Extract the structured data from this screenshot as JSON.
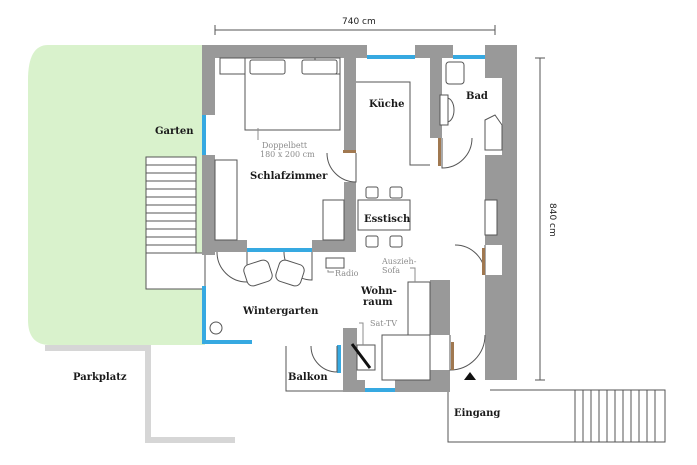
{
  "dimensions": {
    "width": "740 cm",
    "height": "840 cm"
  },
  "rooms": {
    "garten": "Garten",
    "kueche": "Küche",
    "bad": "Bad",
    "schlafzimmer": "Schlafzimmer",
    "esstisch": "Esstisch",
    "wintergarten": "Wintergarten",
    "wohnraum_line1": "Wohn-",
    "wohnraum_line2": "raum",
    "balkon": "Balkon",
    "parkplatz": "Parkplatz",
    "eingang": "Eingang"
  },
  "furniture_notes": {
    "doppelbett_line1": "Doppelbett",
    "doppelbett_line2": "180 x 200 cm",
    "radio": "Radio",
    "auszieh_line1": "Auszieh-",
    "auszieh_line2": "Sofa",
    "sat_tv": "Sat-TV"
  },
  "colors": {
    "wall": "#999999",
    "garden": "#d9f2cc",
    "window": "#36a9e1",
    "door": "#a07850",
    "line": "#555555"
  }
}
